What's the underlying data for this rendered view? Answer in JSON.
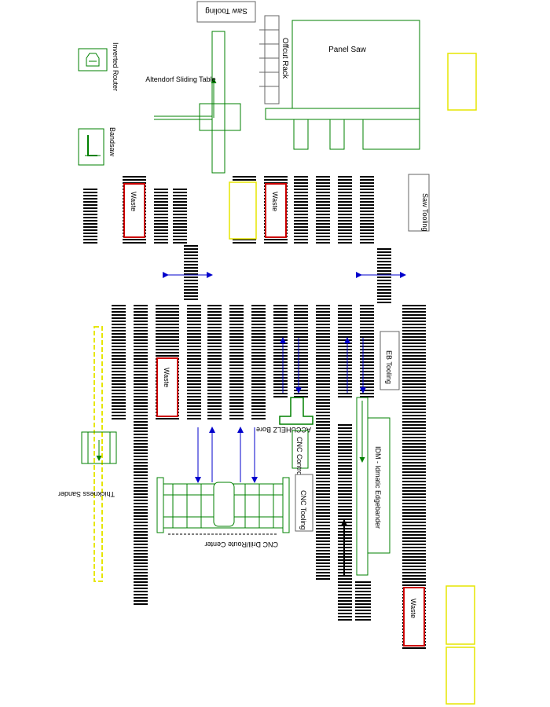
{
  "colors": {
    "machine": "#008000",
    "rack": "#000000",
    "flow": "#0000cc",
    "flow_dark": "#000000",
    "waste": "#cc0000",
    "staging": "#e6e600",
    "outline": "#666666",
    "background": "#ffffff"
  },
  "labels": {
    "saw_tooling_top": "Saw Tooling",
    "panel_saw": "Panel Saw",
    "offcut_rack": "Offcut Rack",
    "inverted_router": "Inverted Router",
    "altendorf": "Altendorf Sliding Table",
    "bandsaw": "Bandsaw",
    "saw_tooling_right": "Saw Tooling",
    "waste": "Waste",
    "eb_tooling": "EB Tooling",
    "idm_edgebander": "IDM - Idmatic Edgebander",
    "cnc_tooling": "CNC Tooling",
    "cnc_control": "CNC Control",
    "accuhelz": "ACCUHELZ Bore",
    "cnc_center": "CNC Drill/Route Center",
    "thickness_sander": "Thickness Sander"
  },
  "icons": [
    "router-icon",
    "bandsaw-icon"
  ]
}
